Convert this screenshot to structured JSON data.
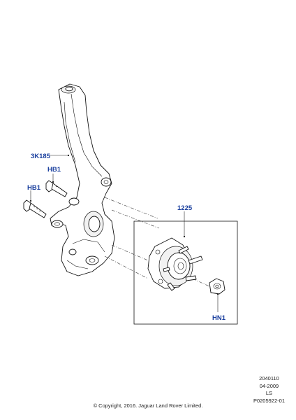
{
  "callouts": {
    "knuckle": "3K185",
    "bolt_upper": "HB1",
    "bolt_lower": "HB1",
    "hub_assembly": "1225",
    "nut": "HN1"
  },
  "meta": {
    "code": "2040110",
    "date": "04-2009",
    "initials": "LS",
    "ref": "P0205922-01"
  },
  "copyright": "© Copyright, 2016. Jaguar Land Rover Limited."
}
